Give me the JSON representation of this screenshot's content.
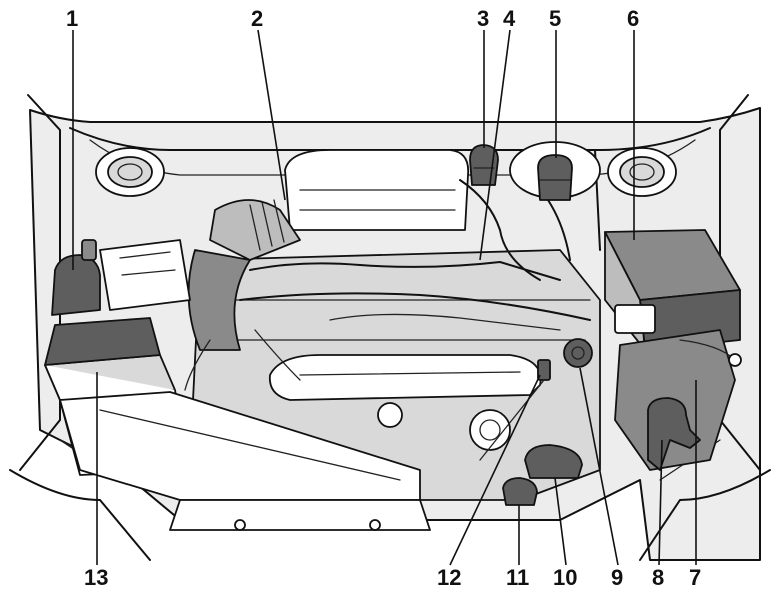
{
  "figure": {
    "callouts": [
      {
        "id": "c1",
        "label": "1"
      },
      {
        "id": "c2",
        "label": "2"
      },
      {
        "id": "c3",
        "label": "3"
      },
      {
        "id": "c4",
        "label": "4"
      },
      {
        "id": "c5",
        "label": "5"
      },
      {
        "id": "c6",
        "label": "6"
      },
      {
        "id": "c7",
        "label": "7"
      },
      {
        "id": "c8",
        "label": "8"
      },
      {
        "id": "c9",
        "label": "9"
      },
      {
        "id": "c10",
        "label": "10"
      },
      {
        "id": "c11",
        "label": "11"
      },
      {
        "id": "c12",
        "label": "12"
      },
      {
        "id": "c13",
        "label": "13"
      }
    ]
  }
}
